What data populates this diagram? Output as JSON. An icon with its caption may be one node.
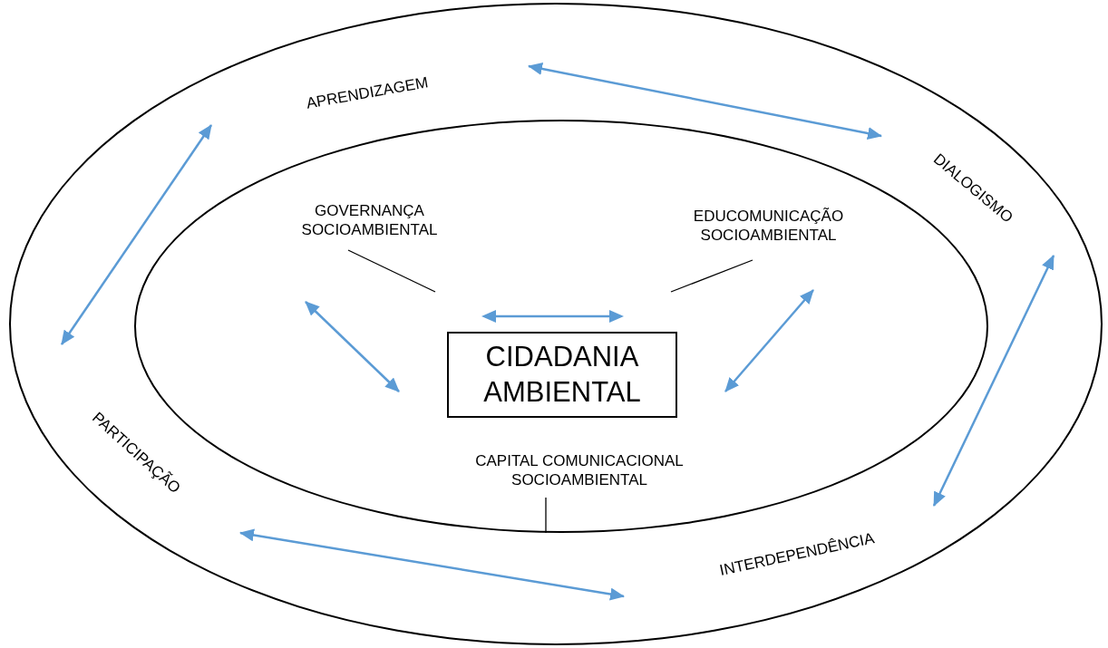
{
  "diagram": {
    "nodes": [
      {
        "text": [],
        "shape": "ellipse"
      },
      {
        "text": [],
        "shape": "ellipse",
        "in": 0
      },
      {
        "text": [
          "APRENDIZAGEM"
        ],
        "in": 0
      },
      {
        "text": [
          "DIALOGISMO"
        ],
        "in": 0
      },
      {
        "text": [
          "INTERDEPENDÊNCIA"
        ],
        "in": 0
      },
      {
        "text": [
          "PARTICIPAÇÃO"
        ],
        "in": 0
      },
      {
        "text": [
          "GOVERNANÇA SOCIOAMBIENTAL"
        ],
        "in": 1
      },
      {
        "text": [
          "EDUCOMUNICAÇÃO SOCIOAMBIENTAL"
        ],
        "in": 1
      },
      {
        "text": [
          "CIDADANIA AMBIENTAL"
        ],
        "in": 1
      },
      {
        "text": [
          "CAPITAL COMUNICACIONAL SOCIOAMBIENTAL"
        ],
        "in": 1
      }
    ],
    "edges": [
      {
        "from": 2,
        "to": 3,
        "arrow": "both"
      },
      {
        "from": 3,
        "to": 4,
        "arrow": "both"
      },
      {
        "from": 5,
        "to": 4,
        "arrow": "both"
      },
      {
        "from": 2,
        "to": 5,
        "arrow": "both"
      },
      {
        "from": 6,
        "to": 8,
        "arrow": "both"
      },
      {
        "from": 7,
        "to": 8,
        "arrow": "both"
      },
      {
        "from": 6,
        "to": null,
        "arrow": "none",
        "color": "#000000"
      },
      {
        "from": 7,
        "to": null,
        "arrow": "none",
        "color": "#000000"
      },
      {
        "from": 9,
        "to": 1,
        "arrow": "none",
        "color": "#000000"
      }
    ]
  }
}
